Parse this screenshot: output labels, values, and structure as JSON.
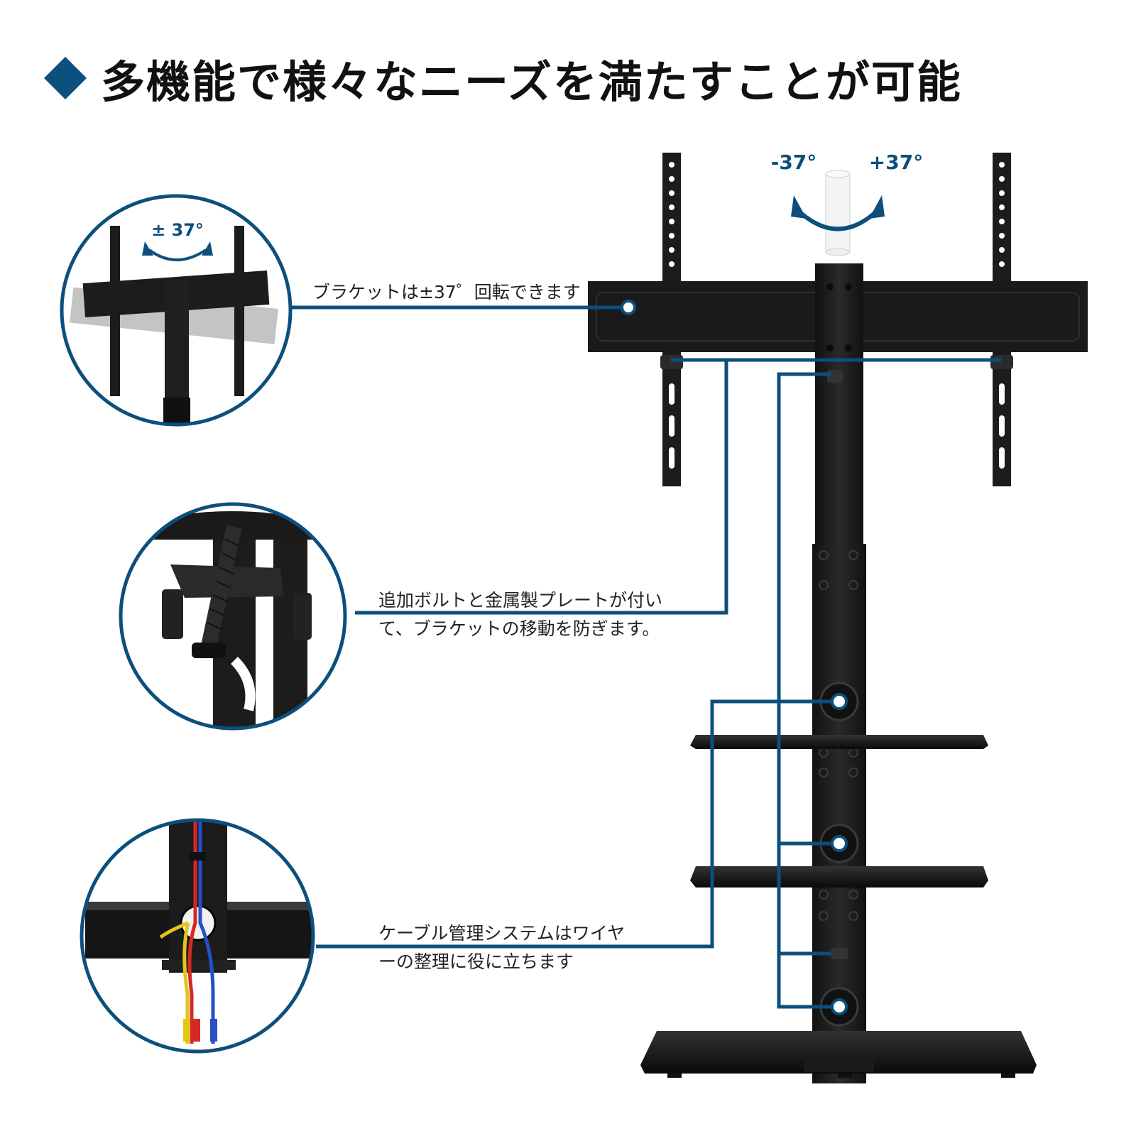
{
  "title": "多機能で様々なニーズを満たすことが可能",
  "colors": {
    "accent": "#0d4f7c",
    "product": "#1c1c1c",
    "text": "#222222"
  },
  "rotation": {
    "left": "-37°",
    "right": "+37°",
    "inset": "± 37°"
  },
  "callouts": [
    {
      "lines": [
        "ブラケットは±37゜回転できます"
      ]
    },
    {
      "lines": [
        "追加ボルトと金属製プレートが付い",
        "て、ブラケットの移動を防ぎます。"
      ]
    },
    {
      "lines": [
        "ケーブル管理システムはワイヤ",
        "ーの整理に役に立ちます"
      ]
    }
  ],
  "icons": [
    "diamond-bullet-icon",
    "rotation-arrow-icon"
  ]
}
